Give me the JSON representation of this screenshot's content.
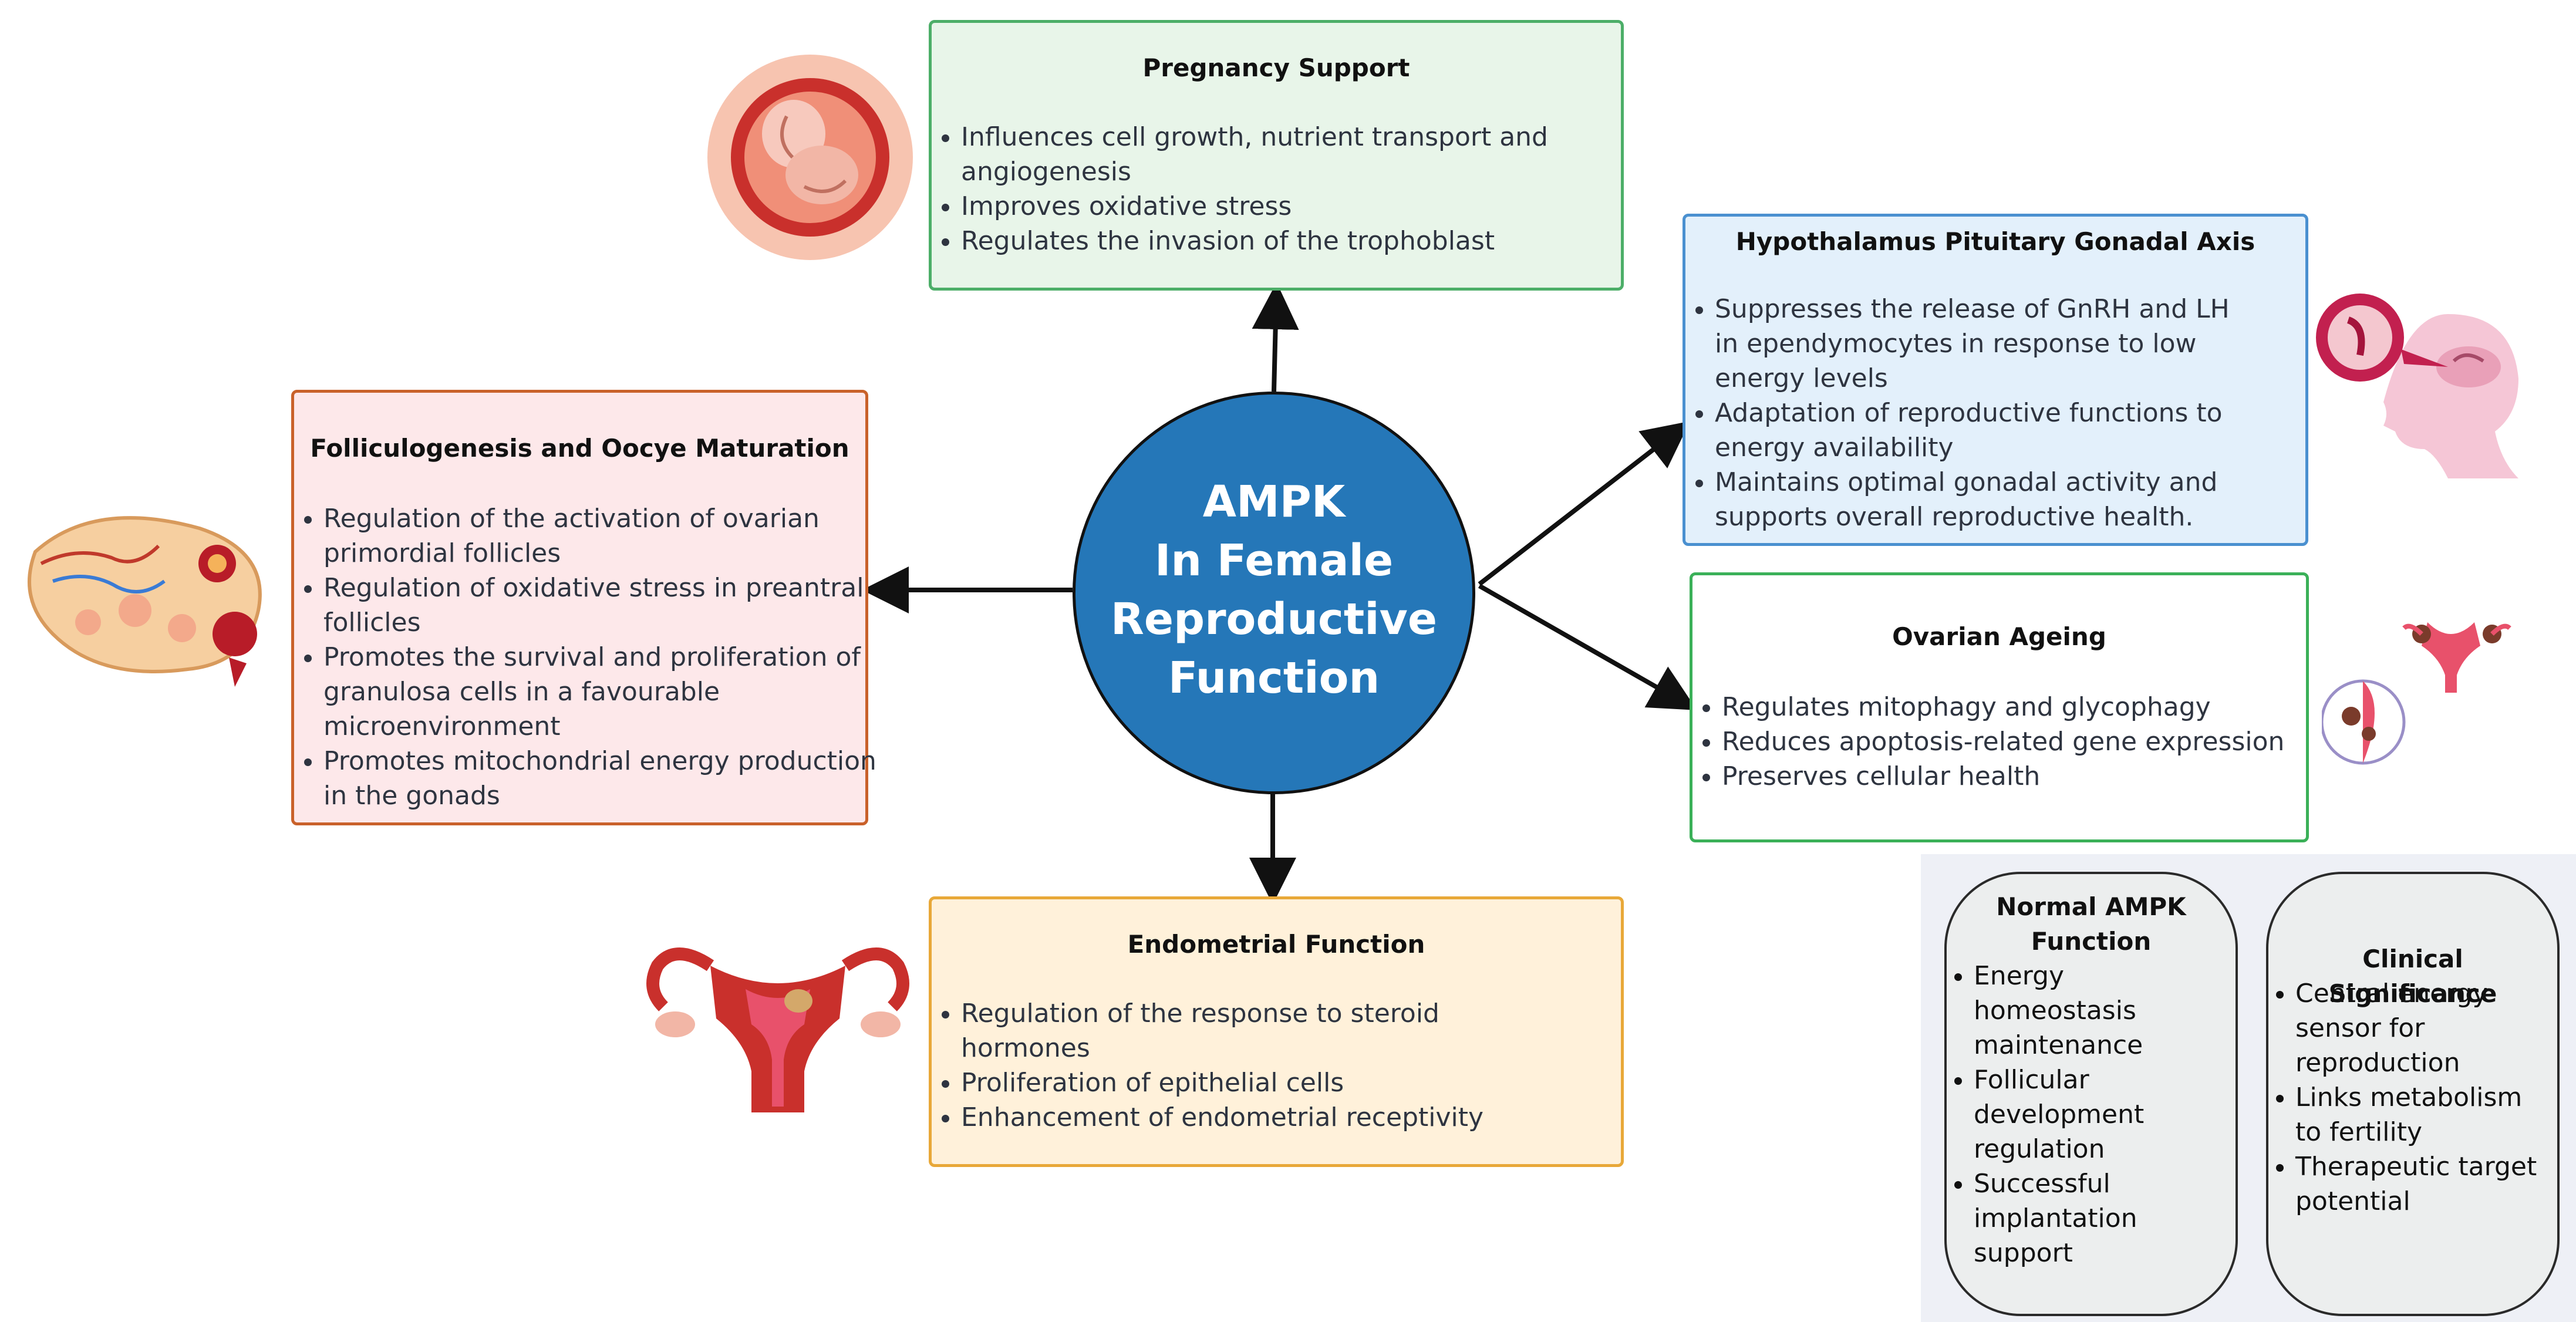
{
  "center": {
    "lines": [
      "AMPK",
      "In Female",
      "Reproductive",
      "Function"
    ]
  },
  "pregnancy": {
    "title": "Pregnancy Support",
    "items": [
      "Influences cell growth, nutrient transport and angiogenesis",
      "Improves oxidative stress",
      "Regulates the invasion of the trophoblast"
    ]
  },
  "hpg": {
    "title": "Hypothalamus Pituitary Gonadal Axis",
    "items": [
      "Suppresses the release of GnRH and LH in ependymocytes in response to low energy levels",
      "Adaptation of reproductive functions to energy availability",
      "Maintains optimal gonadal activity and supports overall reproductive health."
    ]
  },
  "folliculogenesis": {
    "title": "Folliculogenesis and Oocye Maturation",
    "items": [
      "Regulation of the activation of ovarian primordial follicles",
      "Regulation of oxidative stress in preantral follicles",
      "Promotes the survival and proliferation of granulosa cells in a favourable microenvironment",
      "Promotes mitochondrial energy production in the gonads"
    ]
  },
  "ovarian_ageing": {
    "title": "Ovarian Ageing",
    "items": [
      "Regulates mitophagy and glycophagy",
      "Reduces apoptosis-related gene expression",
      "Preserves cellular health"
    ]
  },
  "endometrial": {
    "title": "Endometrial Function",
    "items": [
      "Regulation of the response to steroid hormones",
      "Proliferation of epithelial cells",
      "Enhancement of endometrial receptivity"
    ]
  },
  "normal_ampk": {
    "title_lines": [
      "Normal AMPK",
      "Function"
    ],
    "items": [
      "Energy homeostasis maintenance",
      "Follicular development regulation",
      "Successful implantation support"
    ]
  },
  "clinical": {
    "title": "Clinical Significance",
    "items": [
      "Central energy sensor for reproduction",
      "Links metabolism to fertility",
      "Therapeutic target potential"
    ]
  },
  "colors": {
    "center": "#2577b8",
    "pregnancy": "#e8f5e9",
    "hpg": "#e3f0fb",
    "folliculogenesis": "#fde8ea",
    "ovarian_ageing": "#ffffff",
    "endometrial": "#fff1da"
  },
  "icons": [
    "fetus-in-womb-icon",
    "brain-head-icon",
    "ovary-cross-section-icon",
    "uterus-ovaries-icon",
    "uterus-icon"
  ]
}
